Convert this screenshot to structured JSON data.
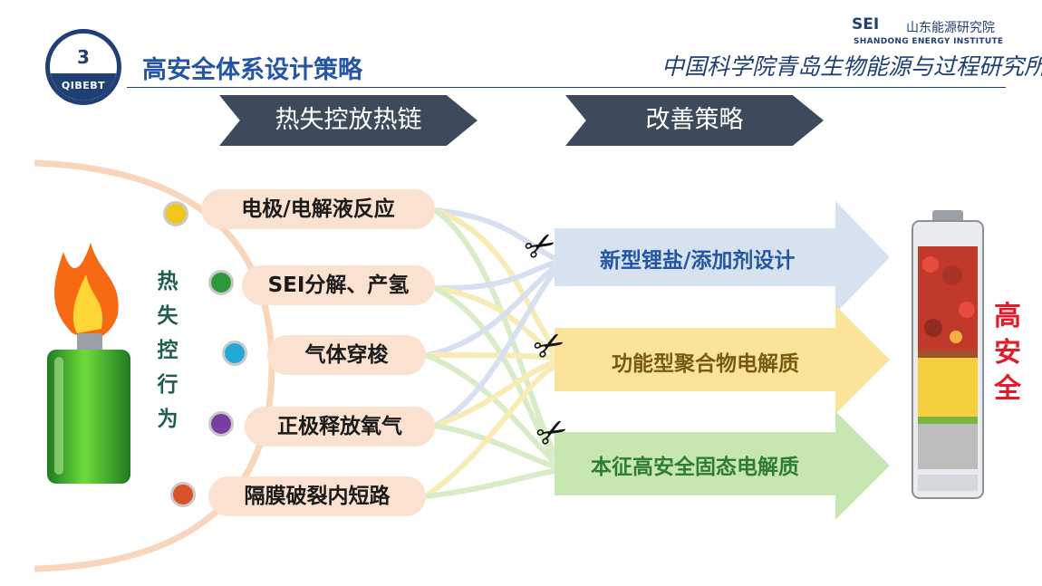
{
  "logo": {
    "number": "3",
    "text": "QIBEBT"
  },
  "title": "高安全体系设计策略",
  "institute": {
    "sei": "SEI",
    "cn_name": "山东能源研究院",
    "en_name": "SHANDONG ENERGY INSTITUTE",
    "cas_name": "中国科学院青岛生物能源与过程研究所"
  },
  "banners": {
    "left": "热失控放热链",
    "right": "改善策略"
  },
  "vertical_label": [
    "热",
    "失",
    "控",
    "行",
    "为"
  ],
  "causes": [
    {
      "label": "电极/电解液反应",
      "color": "#f2c519"
    },
    {
      "label": "SEI分解、产氢",
      "color": "#2d9a3c"
    },
    {
      "label": "气体穿梭",
      "color": "#23a9d8"
    },
    {
      "label": "正极释放氧气",
      "color": "#7a3ea1"
    },
    {
      "label": "隔膜破裂内短路",
      "color": "#d9532a"
    }
  ],
  "strategies": [
    {
      "label": "新型锂盐/添加剂设计",
      "color": "#d6e2f0",
      "text_color": "#2456a4"
    },
    {
      "label": "功能型聚合物电解质",
      "color": "#fbe39a",
      "text_color": "#7a5a10"
    },
    {
      "label": "本征高安全固态电解质",
      "color": "#c8e6b0",
      "text_color": "#2e7d32"
    }
  ],
  "result": [
    "高",
    "安",
    "全"
  ]
}
